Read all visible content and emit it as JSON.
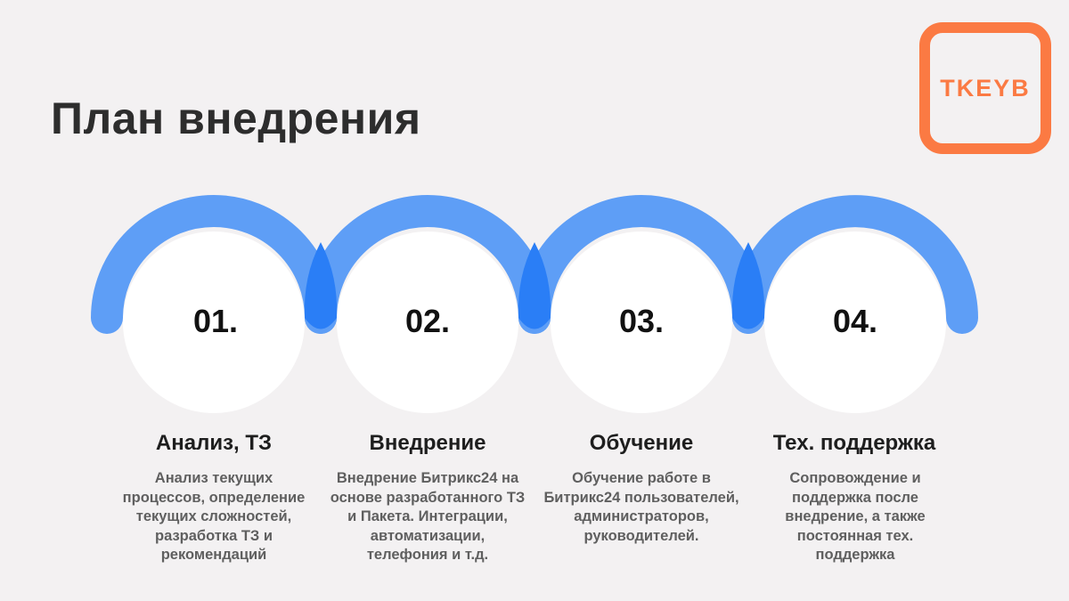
{
  "title": "План внедрения",
  "logo": {
    "text": "TKEYB",
    "color": "#fb7a43"
  },
  "colors": {
    "arc": "#5e9ef6",
    "arc_overlap": "#2a7ef6",
    "circle": "#ffffff"
  },
  "steps": [
    {
      "number": "01.",
      "title": "Анализ, ТЗ",
      "description": [
        "Анализ текущих",
        "процессов, определение",
        "текущих сложностей,",
        "разработка ТЗ и",
        "рекомендаций"
      ]
    },
    {
      "number": "02.",
      "title": "Внедрение",
      "description": [
        "Внедрение Битрикс24 на",
        "основе разработанного ТЗ",
        "и Пакета. Интеграции,",
        "автоматизации,",
        "телефония и т.д."
      ]
    },
    {
      "number": "03.",
      "title": "Обучение",
      "description": [
        "Обучение работе в",
        "Битрикс24 пользователей,",
        "администраторов,",
        "руководителей."
      ]
    },
    {
      "number": "04.",
      "title": "Тех. поддержка",
      "description": [
        "Сопровождение и",
        "поддержка после",
        "внедрение, а также",
        "постоянная тех.",
        "поддержка"
      ]
    }
  ]
}
